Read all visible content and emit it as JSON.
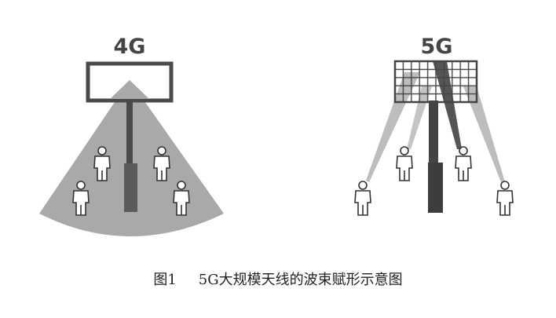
{
  "panels": [
    {
      "label": "4G"
    },
    {
      "label": "5G"
    }
  ],
  "caption": {
    "figure": "图1",
    "text": "5G大规模天线的波束赋形示意图"
  },
  "colors": {
    "sector": "#a9a9a9",
    "dark": "#4a4a4a",
    "beam_light": "#bdbdbd",
    "beam_dark": "#555555"
  }
}
